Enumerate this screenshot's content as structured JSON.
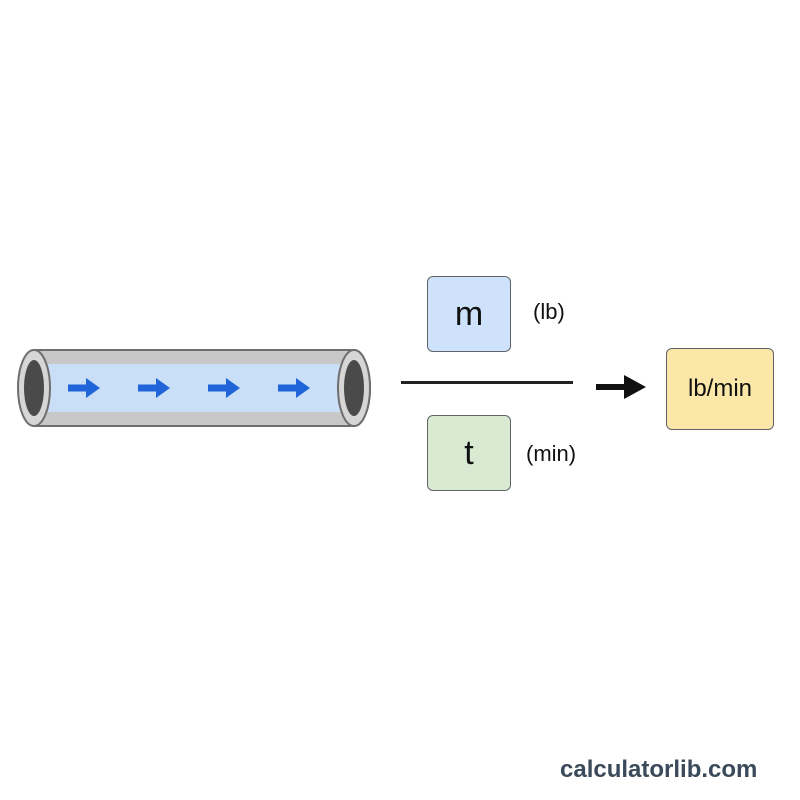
{
  "pipe": {
    "flow_arrow_count": 4,
    "fluid_color": "#c9def7",
    "arrow_color": "#1f64d8",
    "pipe_color": "#c8c8c8"
  },
  "formula": {
    "numerator": {
      "symbol": "m",
      "unit": "(lb)",
      "color": "#cfe2fb"
    },
    "denominator": {
      "symbol": "t",
      "unit": "(min)",
      "color": "#d9ead3"
    }
  },
  "result": {
    "unit": "lb/min",
    "color": "#fbe8a8"
  },
  "watermark": "calculatorlib.com"
}
